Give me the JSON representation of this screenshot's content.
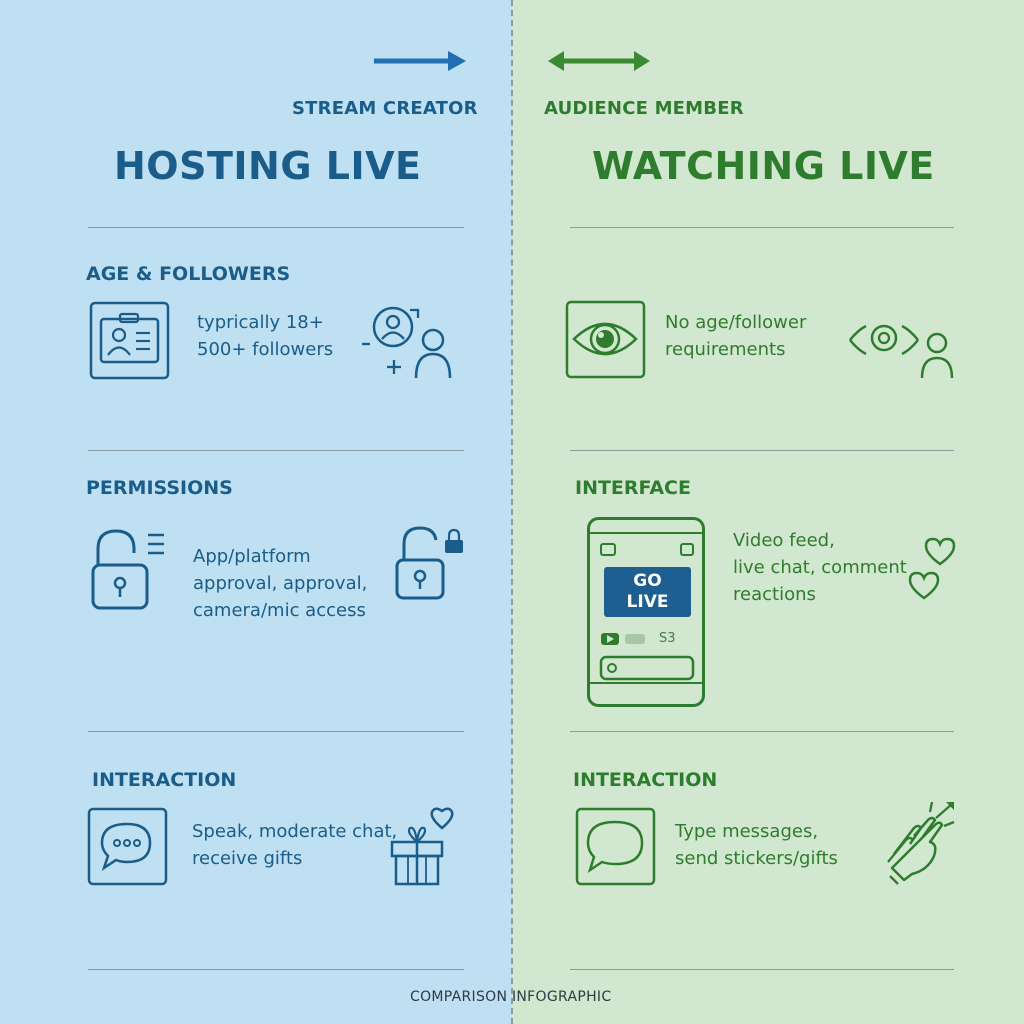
{
  "colors": {
    "left_bg": "#bee0f2",
    "right_bg": "#d2e7cf",
    "blue": "#1a5c8a",
    "green": "#2e7d2e"
  },
  "left": {
    "role": "STREAM CREATOR",
    "title": "HOSTING LIVE",
    "sections": [
      {
        "heading": "AGE & FOLLOWERS",
        "lines": [
          "typrically 18+",
          "500+ followers"
        ],
        "icons": [
          "id-card-icon",
          "add-user-icon"
        ]
      },
      {
        "heading": "PERMISSIONS",
        "lines": [
          "App/platform",
          "approval, approval,",
          "camera/mic access"
        ],
        "icons": [
          "unlocked-padlock-icon",
          "padlock-icon"
        ]
      },
      {
        "heading": "INTERACTION",
        "lines": [
          "Speak, moderate chat,",
          "receive gifts"
        ],
        "icons": [
          "chat-bubble-icon",
          "gift-icon"
        ]
      }
    ]
  },
  "right": {
    "role": "AUDIENCE MEMBER",
    "title": "WATCHING LIVE",
    "sections": [
      {
        "heading": "",
        "lines": [
          "No age/follower",
          "requirements"
        ],
        "icons": [
          "eye-icon",
          "viewer-icon"
        ]
      },
      {
        "heading": "INTERFACE",
        "lines": [
          "Video feed,",
          "live chat, comment",
          "reactions"
        ],
        "icons": [
          "phone-icon",
          "hearts-icon"
        ],
        "phone_button": [
          "GO",
          "LIVE"
        ],
        "phone_count": "S3"
      },
      {
        "heading": "INTERACTION",
        "lines": [
          "Type messages,",
          "send stickers/gifts"
        ],
        "icons": [
          "chat-bubble-icon",
          "clapping-hands-icon"
        ]
      }
    ]
  },
  "footer": "COMPARISON INFOGRAPHIC"
}
